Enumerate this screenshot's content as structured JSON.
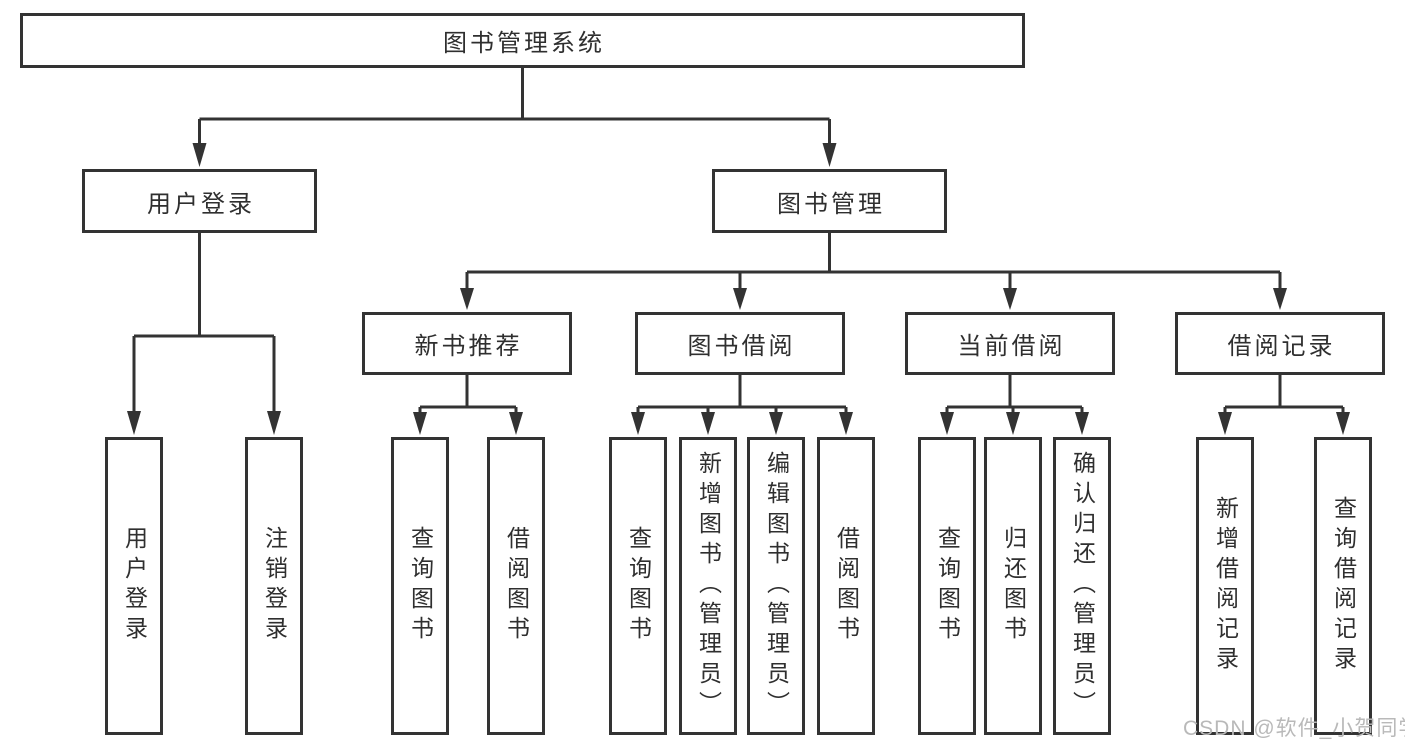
{
  "diagram": {
    "root": {
      "label": "图书管理系统"
    },
    "level2": [
      {
        "label": "用户登录"
      },
      {
        "label": "图书管理"
      }
    ],
    "level3": [
      {
        "label": "新书推荐"
      },
      {
        "label": "图书借阅"
      },
      {
        "label": "当前借阅"
      },
      {
        "label": "借阅记录"
      }
    ],
    "leaves": {
      "user_login": [
        "用户登录",
        "注销登录"
      ],
      "new_books": [
        "查询图书",
        "借阅图书"
      ],
      "book_borrow": [
        "查询图书",
        "新增图书（管理员）",
        "编辑图书（管理员）",
        "借阅图书"
      ],
      "current_borrow": [
        "查询图书",
        "归还图书",
        "确认归还（管理员）"
      ],
      "borrow_records": [
        "新增借阅记录",
        "查询借阅记录"
      ]
    },
    "line_color": "#333333",
    "box_border_color": "#333333",
    "text_color": "#2f2f2f",
    "watermark_color": "#b9b9b9"
  },
  "watermark": {
    "text": "CSDN @软件_小贺同学"
  }
}
